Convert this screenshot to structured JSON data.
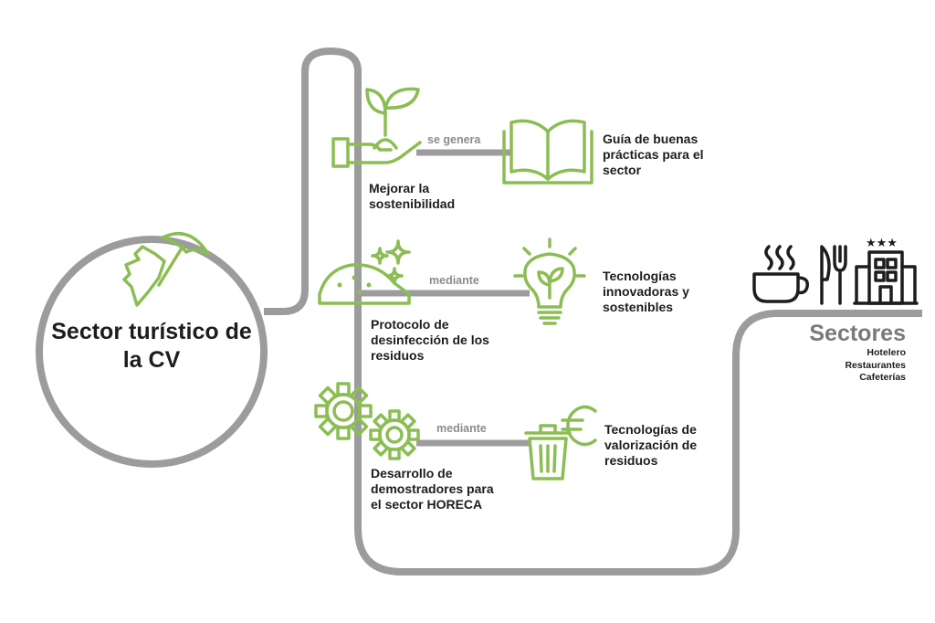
{
  "colors": {
    "green": "#8bbd54",
    "grey": "#9c9c9c",
    "text": "#1d1d1b",
    "muted": "#7a7a7a"
  },
  "center": {
    "title": "Sector turístico de la CV",
    "icon": "map-umbrella-icon"
  },
  "rows": [
    {
      "action": "Mejorar la sostenibilidad",
      "action_icon": "hand-plant-icon",
      "connector": "se genera",
      "result": "Guía de buenas prácticas para el sector",
      "result_icon": "open-book-icon"
    },
    {
      "action": "Protocolo de desinfección de los residuos",
      "action_icon": "soil-sparkles-icon",
      "connector": "mediante",
      "result": "Tecnologías innovadoras y sostenibles",
      "result_icon": "lightbulb-plant-icon"
    },
    {
      "action": "Desarrollo de demostradores para el sector HORECA",
      "action_icon": "gears-icon",
      "connector": "mediante",
      "result": "Tecnologías de valorización de residuos",
      "result_icon": "bin-euro-icon"
    }
  ],
  "sectors": {
    "title": "Sectores",
    "items": [
      "Hotelero",
      "Restaurantes",
      "Cafeterías"
    ],
    "icons": [
      "coffee-cup-icon",
      "cutlery-icon",
      "hotel-icon"
    ]
  }
}
